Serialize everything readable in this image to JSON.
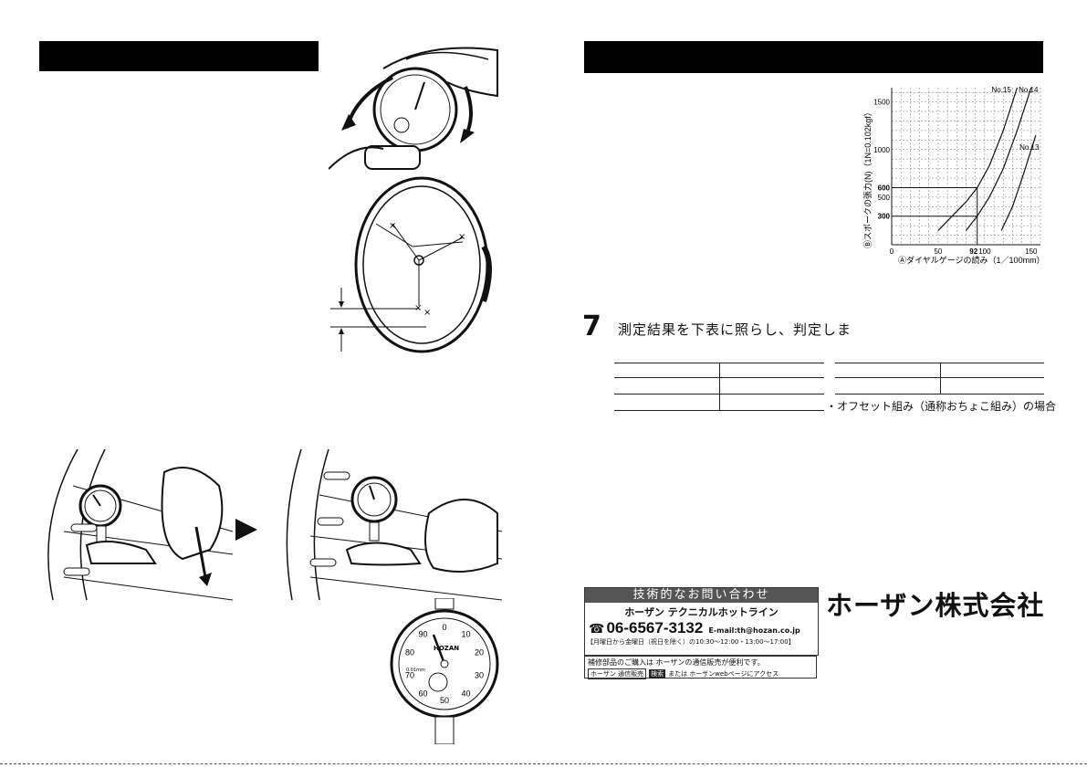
{
  "step7": {
    "number": "7",
    "text": "測定結果を下表に照らし、判定しま",
    "offset_note": "・オフセット組み（通称おちょこ組み）の場合"
  },
  "chart": {
    "ylabel": "Ⓑスポークの張力(N)（1N=0.102kgf）",
    "xlabel": "Ⓐダイヤルゲージの読み（1／100mm）",
    "y_ticks": [
      "1500",
      "1000",
      "600",
      "500",
      "300"
    ],
    "x_ticks": [
      "0",
      "50",
      "92",
      "100",
      "150"
    ],
    "curve_labels": [
      "No.15",
      "No.14",
      "No.13"
    ]
  },
  "chart_data": {
    "type": "line",
    "xlabel": "Ⓐダイヤルゲージの読み（1／100mm）",
    "ylabel": "Ⓑスポークの張力(N)（1N=0.102kgf）",
    "xlim": [
      0,
      160
    ],
    "ylim": [
      0,
      1650
    ],
    "grid": true,
    "series": [
      {
        "name": "No.15",
        "x": [
          50,
          65,
          80,
          92,
          105,
          120,
          135
        ],
        "y": [
          150,
          300,
          450,
          600,
          830,
          1200,
          1650
        ]
      },
      {
        "name": "No.14",
        "x": [
          80,
          92,
          105,
          120,
          135,
          150
        ],
        "y": [
          150,
          300,
          500,
          800,
          1200,
          1650
        ]
      },
      {
        "name": "No.13",
        "x": [
          118,
          130,
          142,
          155
        ],
        "y": [
          150,
          400,
          750,
          1150
        ]
      }
    ],
    "reference": {
      "x": 92,
      "y": [
        300,
        600
      ]
    }
  },
  "gauge": {
    "brand": "HOZAN",
    "unit": "0.01mm",
    "outer_numbers": [
      "0",
      "10",
      "20",
      "30",
      "40",
      "50",
      "60",
      "70",
      "80",
      "90"
    ]
  },
  "contact": {
    "header": "技術的なお問い合わせ",
    "hotline": "ホーザン テクニカルホットライン",
    "phone": "06-6567-3132",
    "email": "E-mail:th@hozan.co.jp",
    "hours": "【月曜日から金曜日（祝日を除く）の10:30～12:00・13:00～17:00】",
    "parts_note": "補修部品のご購入は ホーザンの通信販売が便利です。",
    "search_box": "ホーザン 通信販売",
    "search_button": "検索",
    "web_note": "または ホーザンwebページにアクセス"
  },
  "company": {
    "name": "ホーザン株式会社"
  },
  "colors": {
    "bar": "#000000",
    "contact_header": "#555555"
  }
}
